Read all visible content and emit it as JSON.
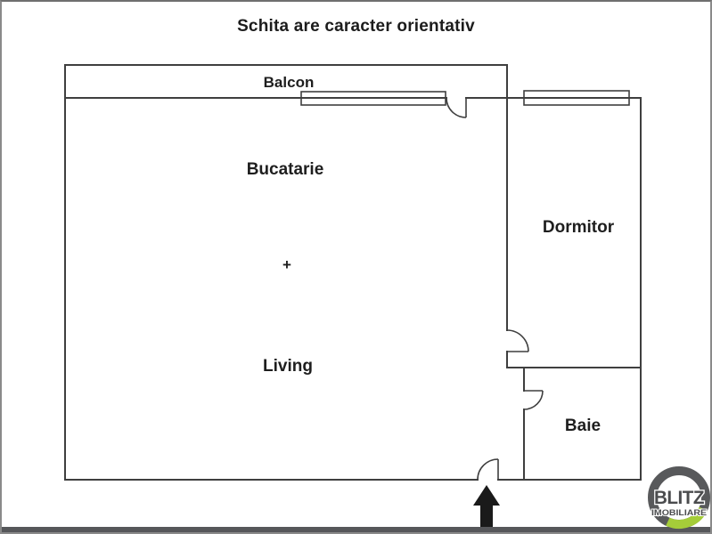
{
  "title": "Schita are caracter orientativ",
  "rooms": {
    "balcon": "Balcon",
    "bucatarie": "Bucatarie",
    "plus": "+",
    "living": "Living",
    "dormitor": "Dormitor",
    "baie": "Baie"
  },
  "logo": {
    "name": "BLITZ",
    "subtitle": "IMOBILIARE",
    "ring_color": "#58595b",
    "accent_color": "#a5cd39",
    "text_color": "#4b4c4e"
  },
  "colors": {
    "wall": "#3f3f3f",
    "background": "#ffffff",
    "arrow": "#1a1a1a",
    "bottom_bar": "#56575a"
  }
}
